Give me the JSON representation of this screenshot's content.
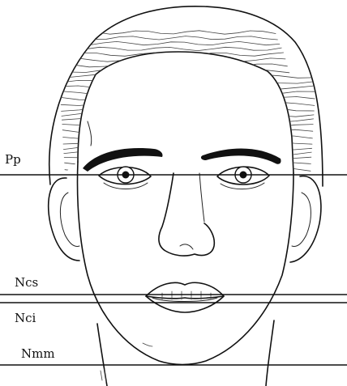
{
  "labels": {
    "pp": "Pp",
    "ncs": "Ncs",
    "nci": "Nci",
    "nmm": "Nmm"
  },
  "colors": {
    "ink": "#111111",
    "background": "#ffffff"
  }
}
